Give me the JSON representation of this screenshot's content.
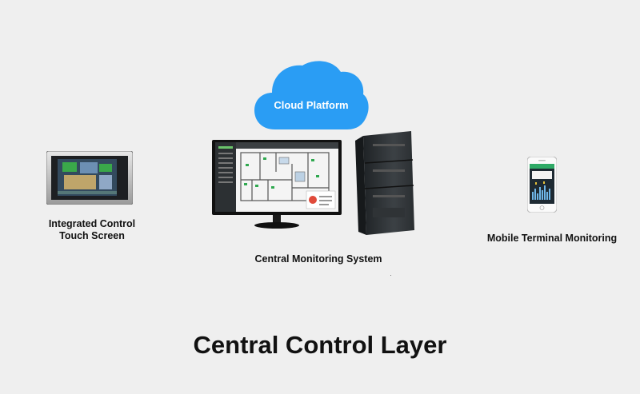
{
  "cloud": {
    "label": "Cloud Platform",
    "color": "#2a9df4"
  },
  "nodes": {
    "touch_screen": {
      "label_line1": "Integrated Control",
      "label_line2": "Touch Screen"
    },
    "central_monitoring": {
      "label": "Central Monitoring System"
    },
    "mobile_terminal": {
      "label": "Mobile Terminal Monitoring"
    }
  },
  "title": "Central Control Layer"
}
